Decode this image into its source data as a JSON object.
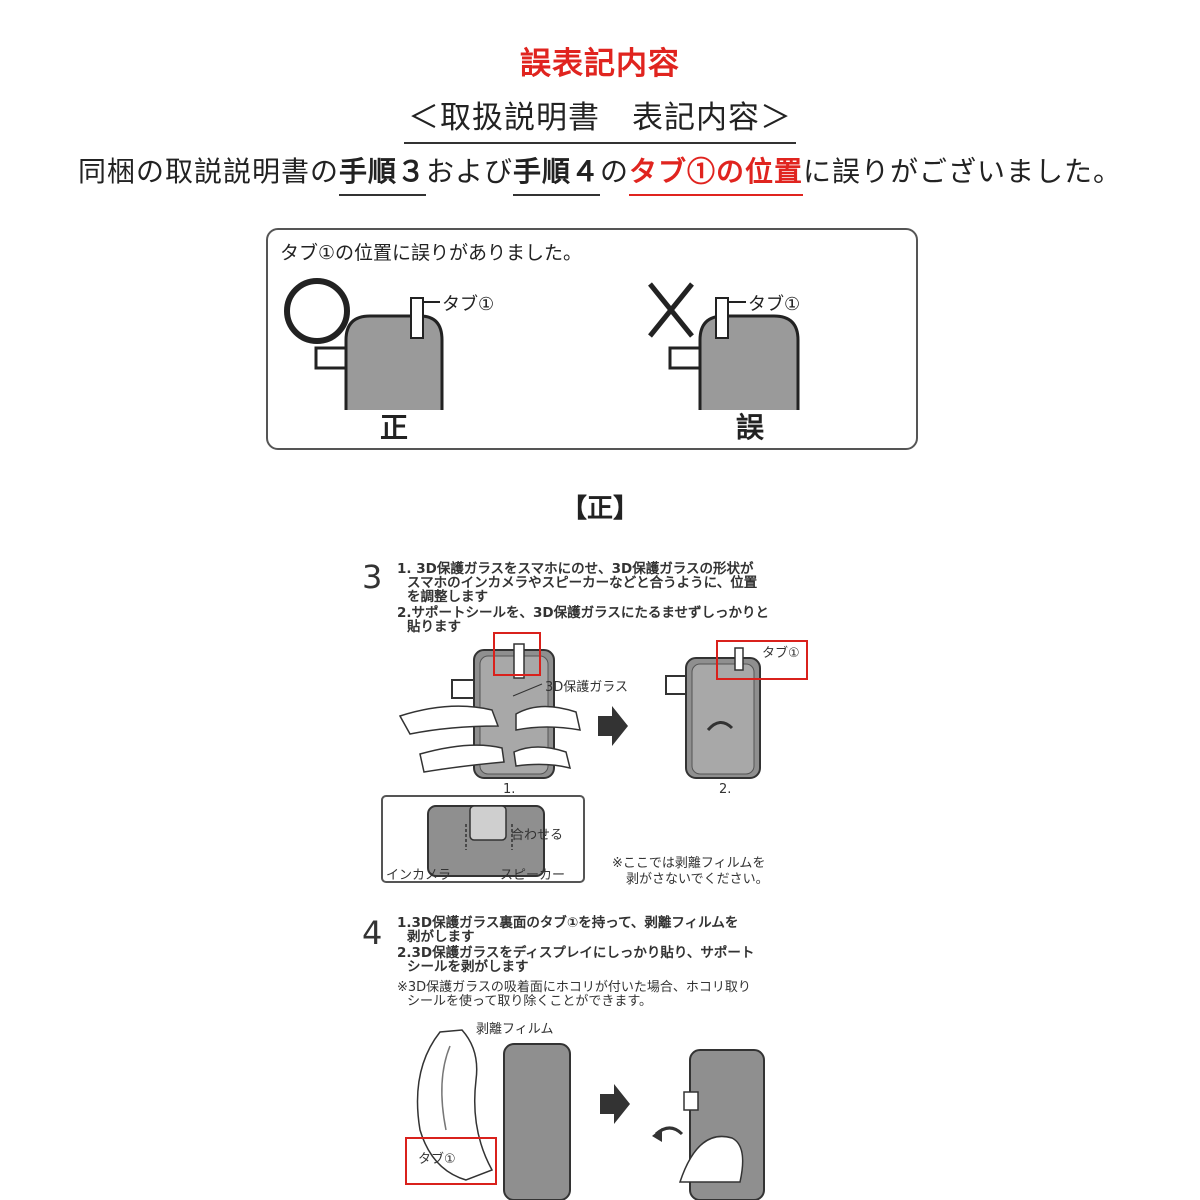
{
  "header": {
    "title": "誤表記内容",
    "subtitle": "＜取扱説明書　表記内容＞",
    "notice": {
      "prefix": "同梱の取説説明書の",
      "step3": "手順３",
      "mid1": "および",
      "step4": "手順４",
      "mid2": "の",
      "highlight": "タブ①の位置",
      "suffix": "に誤りがございました。"
    }
  },
  "sample_box": {
    "caption": "タブ①の位置に誤りがありました。",
    "tab_label": "タブ①",
    "correct_label": "正",
    "wrong_label": "誤"
  },
  "correct_heading": "【正】",
  "step3": {
    "number": "3",
    "lines": [
      "1. 3D保護ガラスをスマホにのせ、3D保護ガラスの形状が",
      "スマホのインカメラやスピーカーなどと合うように、位置",
      "を調整します",
      "2.サポートシールを、3D保護ガラスにたるませずしっかりと",
      "貼ります"
    ],
    "glass_label": "3D保護ガラス",
    "tab_label": "タブ①",
    "fig1": "1.",
    "fig2": "2.",
    "align_label": "合わせる",
    "camera_label": "インカメラ",
    "speaker_label": "スピーカー",
    "note_lines": [
      "※ここでは剥離フィルムを",
      "剥がさないでください。"
    ]
  },
  "step4": {
    "number": "4",
    "lines": [
      "1.3D保護ガラス裏面のタブ①を持って、剥離フィルムを",
      "剥がします",
      "2.3D保護ガラスをディスプレイにしっかり貼り、サポート",
      "シールを剥がします"
    ],
    "note_lines": [
      "※3D保護ガラスの吸着面にホコリが付いた場合、ホコリ取り",
      "シールを使って取り除くことができます。"
    ],
    "film_label": "剥離フィルム",
    "tab_label": "タブ①"
  }
}
